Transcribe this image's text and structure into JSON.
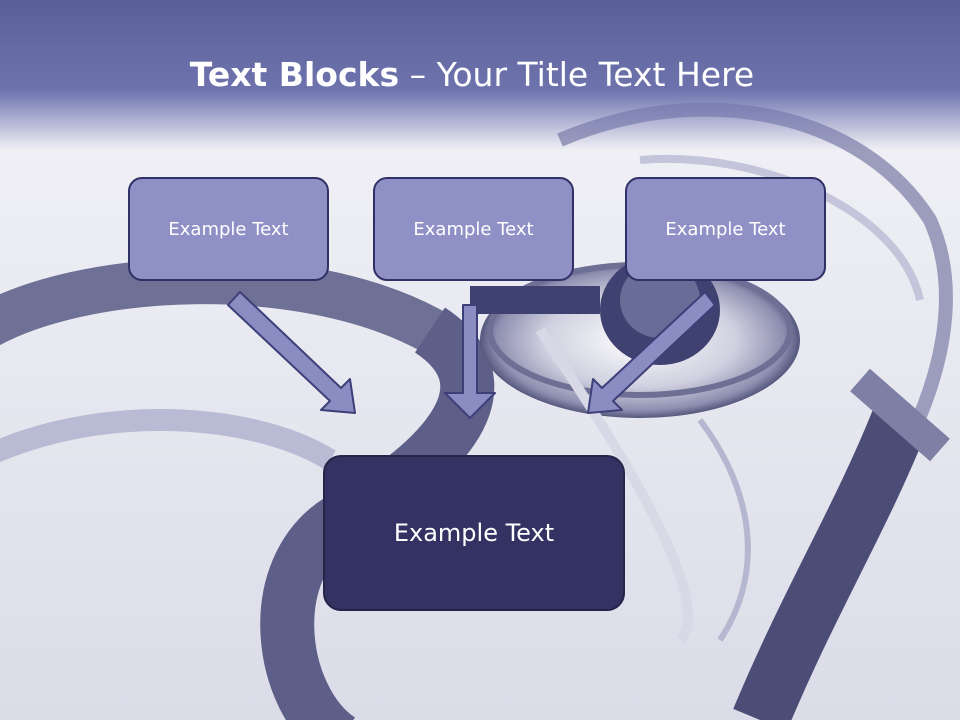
{
  "title": {
    "bold": "Text Blocks",
    "dash": " – ",
    "rest": "Your Title Text Here"
  },
  "boxes": {
    "left": "Example Text",
    "middle": "Example Text",
    "right": "Example Text",
    "main": "Example Text"
  },
  "colors": {
    "title_band": "#6e73ad",
    "small_box_fill": "#8f91c6",
    "main_box_fill": "#343262",
    "box_border": "#2f3066",
    "arrow_fill": "#8a8cc2"
  },
  "background": {
    "image": "stethoscope-photo"
  }
}
